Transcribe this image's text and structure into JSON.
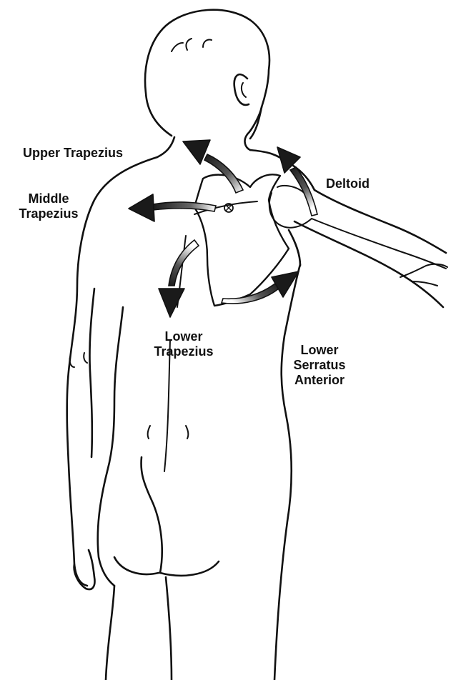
{
  "labels": {
    "upper_trapezius": "Upper Trapezius",
    "middle_trapezius": [
      "Middle",
      "Trapezius"
    ],
    "deltoid": "Deltoid",
    "lower_trapezius": [
      "Lower",
      "Trapezius"
    ],
    "lower_serratus_anterior": [
      "Lower",
      "Serratus",
      "Anterior"
    ]
  },
  "colors": {
    "ink": "#111111",
    "background": "#ffffff",
    "arrow_fill": "#1a1a1a",
    "arrow_highlight": "#ffffff"
  }
}
